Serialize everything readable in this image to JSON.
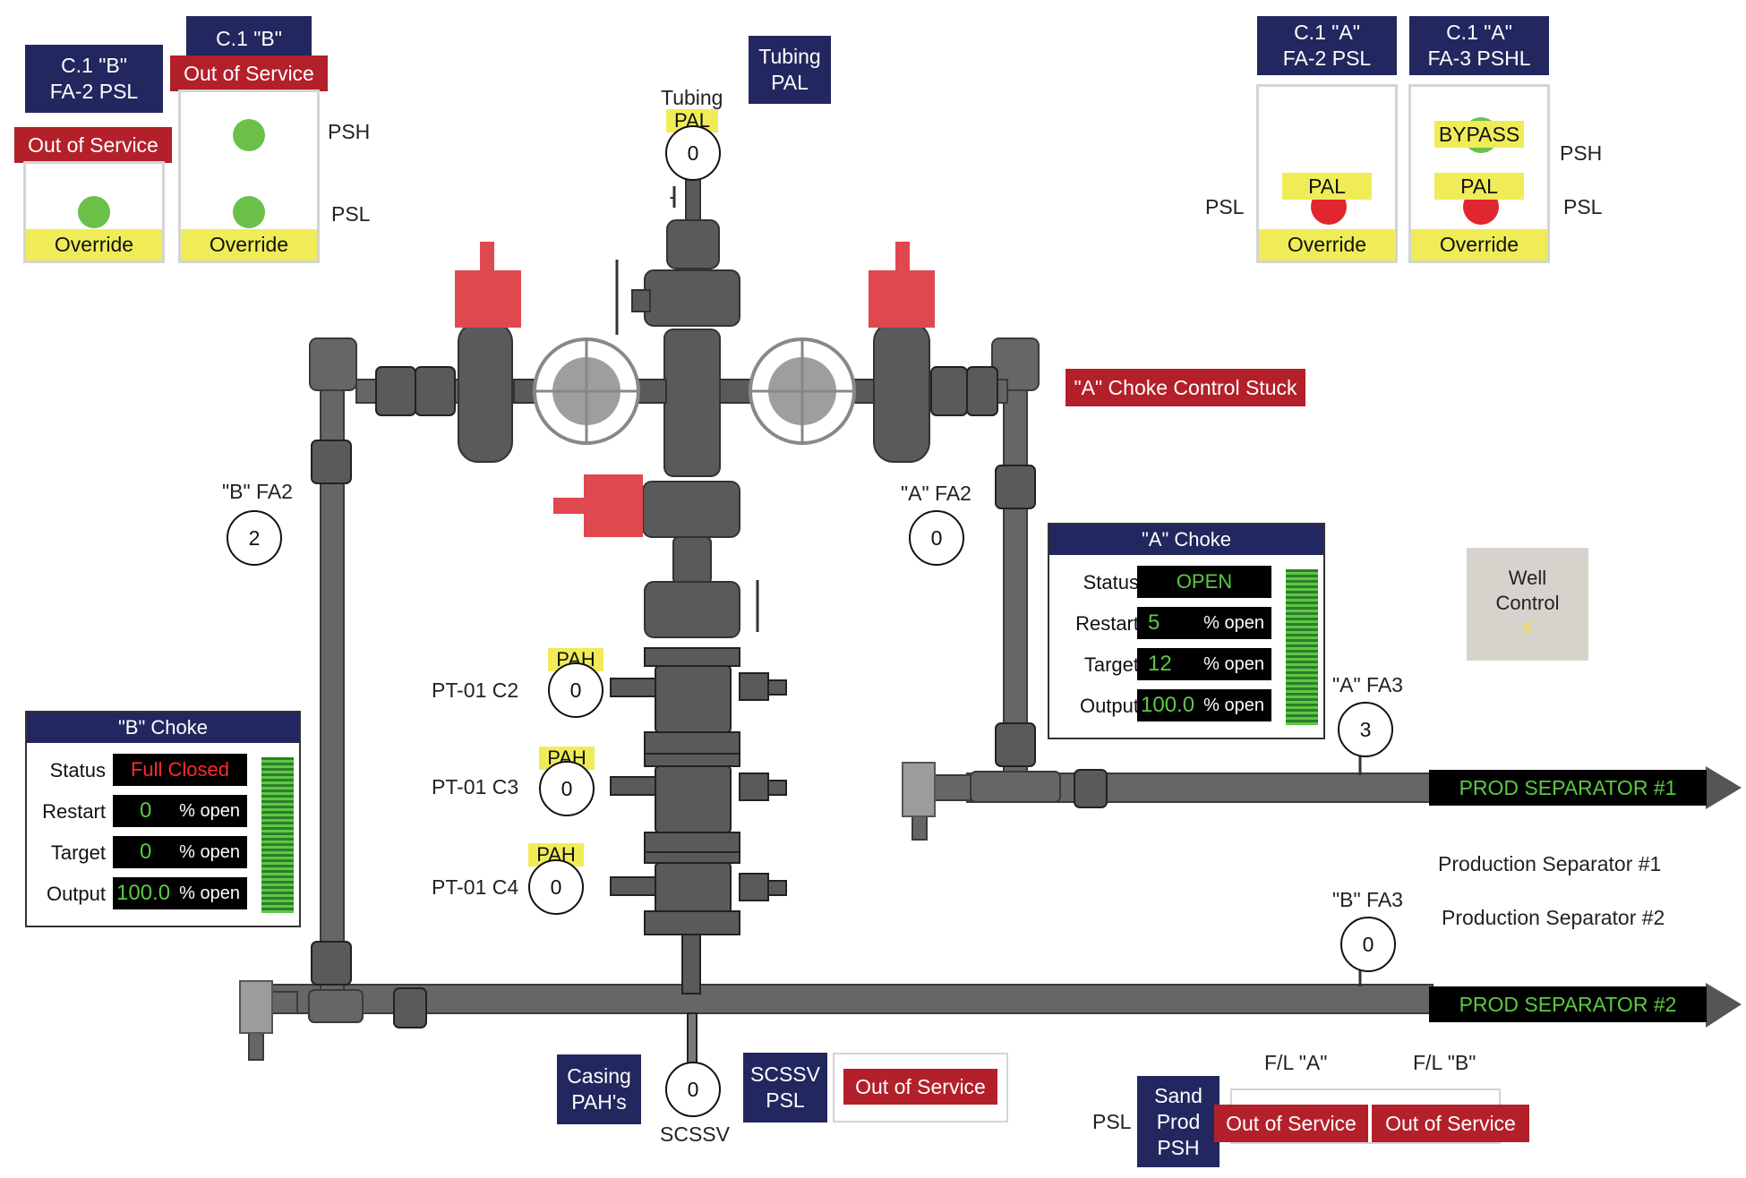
{
  "b_fa2_psl": {
    "title_line1": "C.1 \"B\"",
    "title_line2": "FA-2 PSL",
    "status": "Out of Service",
    "override": "Override"
  },
  "b_fa2_pshl": {
    "title": "C.1 \"B\"",
    "status": "Out of Service",
    "override": "Override",
    "psh_label": "PSH",
    "psl_label": "PSL"
  },
  "tubing_pal": {
    "box_line1": "Tubing",
    "box_line2": "PAL",
    "label": "Tubing",
    "alarm": "PAL",
    "value": "0"
  },
  "a_fa2_psl": {
    "title_line1": "C.1 \"A\"",
    "title_line2": "FA-2 PSL",
    "alarm": "PAL",
    "override": "Override",
    "psl_label": "PSL"
  },
  "a_fa3_pshl": {
    "title_line1": "C.1 \"A\"",
    "title_line2": "FA-3 PSHL",
    "bypass": "BYPASS",
    "alarm": "PAL",
    "override": "Override",
    "psh_label": "PSH",
    "psl_label": "PSL"
  },
  "a_choke_alarm": "\"A\" Choke Control Stuck",
  "gauges": {
    "b_fa2": {
      "label": "\"B\" FA2",
      "value": "2"
    },
    "a_fa2": {
      "label": "\"A\" FA2",
      "value": "0"
    },
    "a_fa3": {
      "label": "\"A\" FA3",
      "value": "3"
    },
    "b_fa3": {
      "label": "\"B\" FA3",
      "value": "0"
    },
    "pt_c2": {
      "label": "PT-01 C2",
      "alarm": "PAH",
      "value": "0"
    },
    "pt_c3": {
      "label": "PT-01 C3",
      "alarm": "PAH",
      "value": "0"
    },
    "pt_c4": {
      "label": "PT-01 C4",
      "alarm": "PAH",
      "value": "0"
    },
    "scssv": {
      "label": "SCSSV",
      "value": "0"
    }
  },
  "a_choke": {
    "title": "\"A\" Choke",
    "status_label": "Status",
    "status": "OPEN",
    "restart_label": "Restart",
    "restart": "5",
    "target_label": "Target",
    "target": "12",
    "output_label": "Output",
    "output": "100.0",
    "unit": "% open",
    "output_fraction": 1.0
  },
  "b_choke": {
    "title": "\"B\" Choke",
    "status_label": "Status",
    "status": "Full Closed",
    "restart_label": "Restart",
    "restart": "0",
    "target_label": "Target",
    "target": "0",
    "output_label": "Output",
    "output": "100.0",
    "unit": "% open",
    "output_fraction": 1.0
  },
  "well_control": {
    "line1": "Well",
    "line2": "Control",
    "icon": "lightning-icon"
  },
  "separators": {
    "sep1": "PROD SEPARATOR #1",
    "sep2": "PROD SEPARATOR #2",
    "legend1": "Production Separator #1",
    "legend2": "Production Separator #2"
  },
  "casing_pahs": {
    "line1": "Casing",
    "line2": "PAH's"
  },
  "scssv_psl": {
    "line1": "SCSSV",
    "line2": "PSL",
    "status": "Out of Service"
  },
  "sand_prod": {
    "psl_label": "PSL",
    "line1": "Sand",
    "line2": "Prod",
    "line3": "PSH",
    "fl_a": "F/L \"A\"",
    "fl_b": "F/L \"B\"",
    "status_a": "Out of Service",
    "status_b": "Out of Service"
  },
  "colors": {
    "navy": "#23275f",
    "alarm_red": "#b3202a",
    "override_yellow": "#f0ec58",
    "status_green": "#5cc843",
    "pipe_gray": "#666666",
    "actuator_red": "#e04850"
  }
}
